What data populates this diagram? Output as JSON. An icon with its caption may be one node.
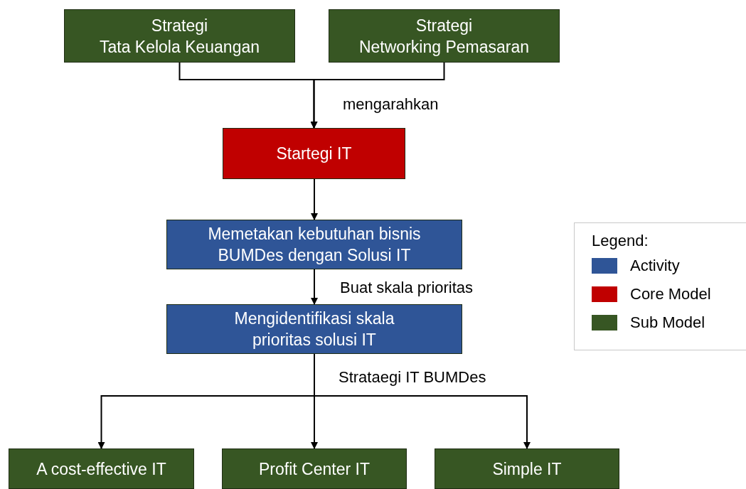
{
  "diagram": {
    "nodes": [
      {
        "text": [
          "Strategi",
          "Tata Kelola Keuangan"
        ]
      },
      {
        "text": [
          "Strategi",
          "Networking Pemasaran"
        ]
      },
      {
        "text": [
          "Startegi IT"
        ]
      },
      {
        "text": [
          "Memetakan kebutuhan bisnis BUMDes dengan Solusi IT"
        ]
      },
      {
        "text": [
          "Mengidentifikasi skala prioritas solusi IT"
        ]
      },
      {
        "text": [
          "A cost-effective IT"
        ]
      },
      {
        "text": [
          "Profit Center IT"
        ]
      },
      {
        "text": [
          "Simple IT"
        ]
      }
    ],
    "edges": [
      {
        "from": 0,
        "to": 2,
        "arrow": "to",
        "label": "mengarahkan"
      },
      {
        "from": 1,
        "to": 2,
        "arrow": "to"
      },
      {
        "from": 2,
        "to": 3,
        "arrow": "to"
      },
      {
        "from": 3,
        "to": 4,
        "arrow": "to",
        "label": "Buat skala prioritas"
      },
      {
        "from": 4,
        "to": 5,
        "arrow": "to"
      },
      {
        "from": 4,
        "to": 6,
        "arrow": "to",
        "label": "Strataegi IT BUMDes"
      },
      {
        "from": 4,
        "to": 7,
        "arrow": "to"
      }
    ],
    "labels": [
      "Legend:"
    ],
    "legend": [
      {
        "text": "Activity",
        "color": "#2f5597"
      },
      {
        "text": "Core Model",
        "color": "#c00000"
      },
      {
        "text": "Sub Model",
        "color": "#375623"
      }
    ]
  }
}
